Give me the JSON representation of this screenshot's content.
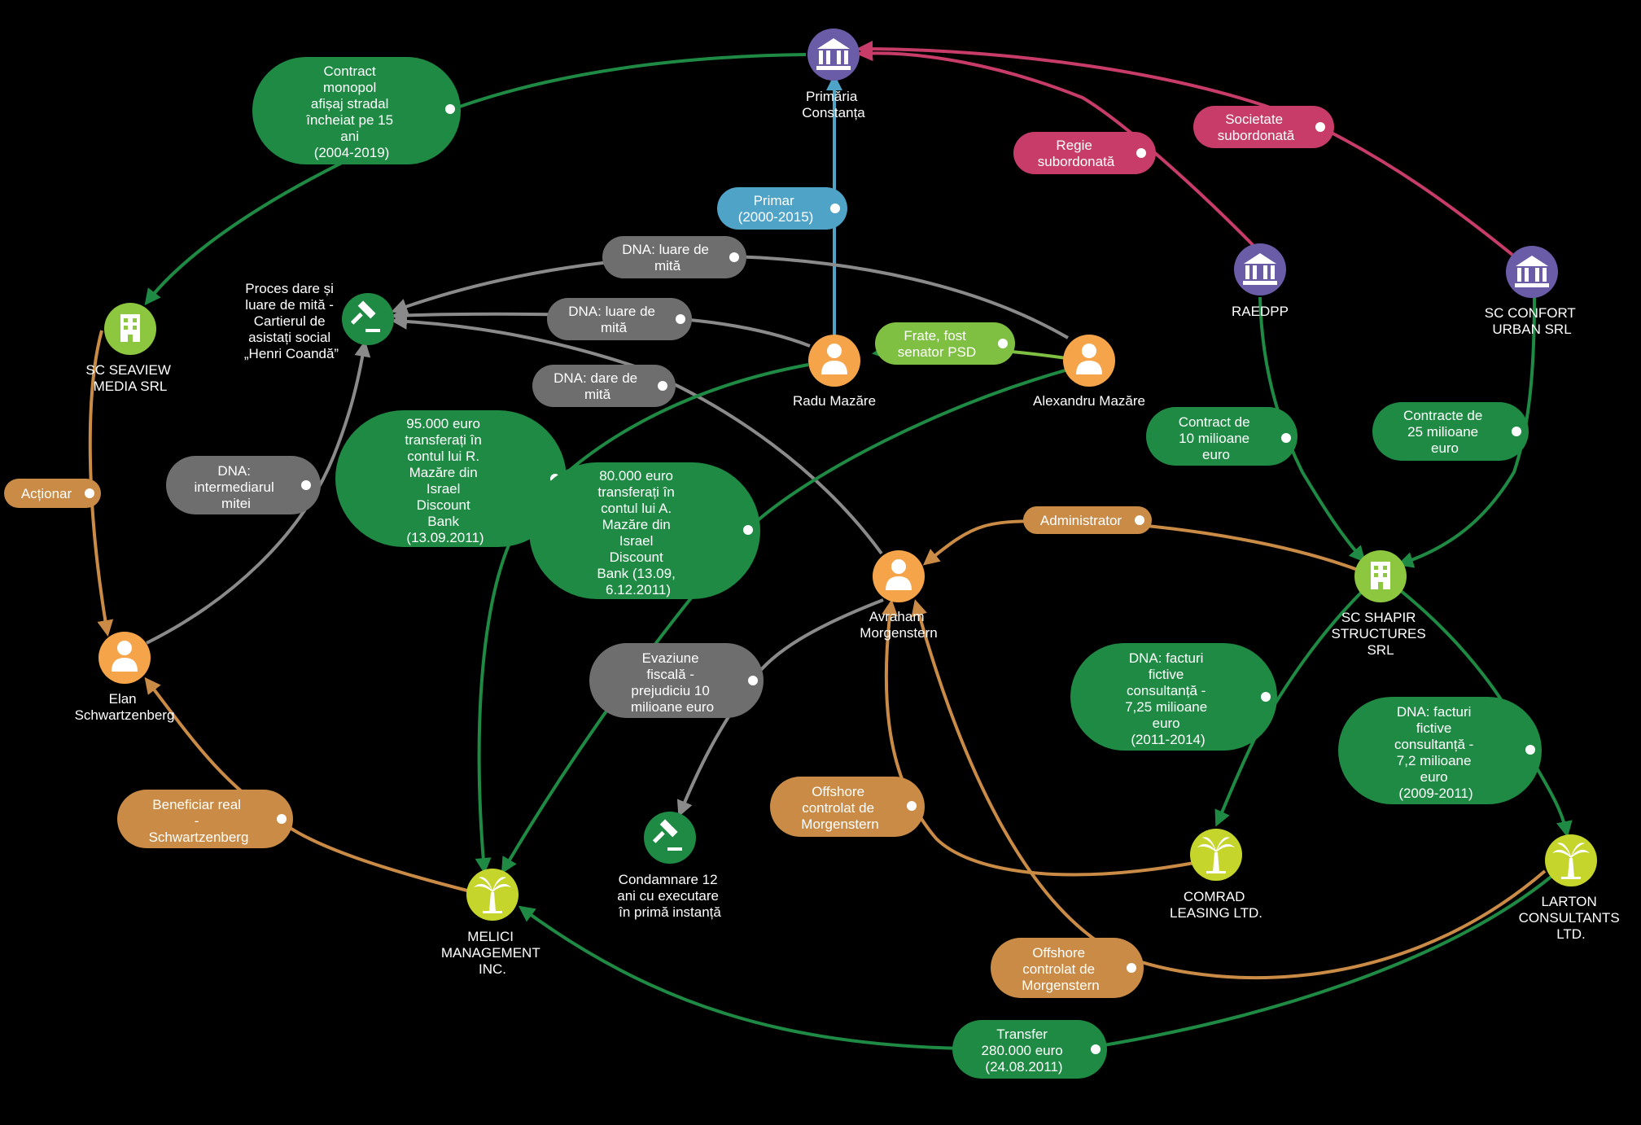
{
  "colors": {
    "green": "#1e8a44",
    "grey": "#6e6e6e",
    "orange": "#c98b45",
    "pink": "#c73c68",
    "blue": "#4ea3c7",
    "person": "#f5a44a",
    "institution": "#6b5ca8",
    "company": "#8dc63f",
    "offshore": "#c5d52c",
    "court": "#1e8a44"
  },
  "nodes": [
    {
      "id": "primaria",
      "icon": "bank-icon",
      "kind": "institution",
      "label": [
        "Primăria",
        "Constanța"
      ]
    },
    {
      "id": "raedpp",
      "icon": "bank-icon",
      "kind": "institution",
      "label": [
        "RAEDPP"
      ]
    },
    {
      "id": "confort",
      "icon": "bank-icon",
      "kind": "institution",
      "label": [
        "SC CONFORT",
        "URBAN SRL"
      ]
    },
    {
      "id": "seaview",
      "icon": "building-icon",
      "kind": "company",
      "label": [
        "SC SEAVIEW",
        "MEDIA SRL"
      ]
    },
    {
      "id": "proces",
      "icon": "gavel-icon",
      "kind": "court",
      "label": [
        "Proces dare și",
        "luare de mită -",
        "Cartierul de",
        "asistați social",
        "„Henri Coandă”"
      ]
    },
    {
      "id": "radu",
      "icon": "person-icon",
      "kind": "person",
      "label": [
        "Radu Mazăre"
      ]
    },
    {
      "id": "alexandru",
      "icon": "person-icon",
      "kind": "person",
      "label": [
        "Alexandru Mazăre"
      ]
    },
    {
      "id": "elan",
      "icon": "person-icon",
      "kind": "person",
      "label": [
        "Elan",
        "Schwartzenberg"
      ]
    },
    {
      "id": "avraham",
      "icon": "person-icon",
      "kind": "person",
      "label": [
        "Avraham",
        "Morgenstern"
      ]
    },
    {
      "id": "shapir",
      "icon": "building-icon",
      "kind": "company",
      "label": [
        "SC SHAPIR",
        "STRUCTURES",
        "SRL"
      ]
    },
    {
      "id": "condamnare",
      "icon": "gavel-icon",
      "kind": "court",
      "label": [
        "Condamnare 12",
        "ani cu executare",
        "în primă instanță"
      ]
    },
    {
      "id": "melici",
      "icon": "palm-tree-icon",
      "kind": "offshore",
      "label": [
        "MELICI",
        "MANAGEMENT",
        "INC."
      ]
    },
    {
      "id": "comrad",
      "icon": "palm-tree-icon",
      "kind": "offshore",
      "label": [
        "COMRAD",
        "LEASING LTD."
      ]
    },
    {
      "id": "larton",
      "icon": "palm-tree-icon",
      "kind": "offshore",
      "label": [
        "LARTON",
        "CONSULTANTS",
        "LTD."
      ]
    }
  ],
  "edges": [
    {
      "id": "e1",
      "color": "green",
      "label": [
        "Contract",
        "monopol",
        "afișaj stradal",
        "încheiat pe 15",
        "ani",
        "(2004-2019)"
      ]
    },
    {
      "id": "e2",
      "color": "pink",
      "label": [
        "Regie",
        "subordonată"
      ]
    },
    {
      "id": "e3",
      "color": "pink",
      "label": [
        "Societate",
        "subordonată"
      ]
    },
    {
      "id": "e4",
      "color": "blue",
      "label": [
        "Primar",
        "(2000-2015)"
      ]
    },
    {
      "id": "e5",
      "color": "grey",
      "label": [
        "DNA: luare de",
        "mită"
      ]
    },
    {
      "id": "e6",
      "color": "grey",
      "label": [
        "DNA: luare de",
        "mită"
      ]
    },
    {
      "id": "e7",
      "color": "grey",
      "label": [
        "DNA: dare de",
        "mită"
      ]
    },
    {
      "id": "e8",
      "color": "green",
      "label": [
        "Frate, fost",
        "senator PSD"
      ]
    },
    {
      "id": "e9",
      "color": "orange",
      "label": [
        "Acționar"
      ]
    },
    {
      "id": "e10",
      "color": "grey",
      "label": [
        "DNA:",
        "intermediarul",
        "mitei"
      ]
    },
    {
      "id": "e11",
      "color": "green",
      "label": [
        "95.000 euro",
        "transferați în",
        "contul lui R.",
        "Mazăre din",
        "Israel",
        "Discount",
        "Bank",
        "(13.09.2011)"
      ]
    },
    {
      "id": "e12",
      "color": "green",
      "label": [
        "80.000 euro",
        "transferați în",
        "contul lui A.",
        "Mazăre din",
        "Israel",
        "Discount",
        "Bank (13.09,",
        "6.12.2011)"
      ]
    },
    {
      "id": "e13",
      "color": "green",
      "label": [
        "Contract de",
        "10 milioane",
        "euro"
      ]
    },
    {
      "id": "e14",
      "color": "green",
      "label": [
        "Contracte de",
        "25 milioane",
        "euro"
      ]
    },
    {
      "id": "e15",
      "color": "orange",
      "label": [
        "Administrator"
      ]
    },
    {
      "id": "e16",
      "color": "grey",
      "label": [
        "Evaziune",
        "fiscală -",
        "prejudiciu 10",
        "milioane euro"
      ]
    },
    {
      "id": "e17",
      "color": "green",
      "label": [
        "DNA: facturi",
        "fictive",
        "consultanță -",
        "7,25 milioane",
        "euro",
        "(2011-2014)"
      ]
    },
    {
      "id": "e18",
      "color": "green",
      "label": [
        "DNA: facturi",
        "fictive",
        "consultanță -",
        "7,2 milioane",
        "euro",
        "(2009-2011)"
      ]
    },
    {
      "id": "e19",
      "color": "orange",
      "label": [
        "Beneficiar real",
        "-",
        "Schwartzenberg"
      ]
    },
    {
      "id": "e20",
      "color": "orange",
      "label": [
        "Offshore",
        "controlat de",
        "Morgenstern"
      ]
    },
    {
      "id": "e21",
      "color": "orange",
      "label": [
        "Offshore",
        "controlat de",
        "Morgenstern"
      ]
    },
    {
      "id": "e22",
      "color": "green",
      "label": [
        "Transfer",
        "280.000 euro",
        "(24.08.2011)"
      ]
    }
  ]
}
